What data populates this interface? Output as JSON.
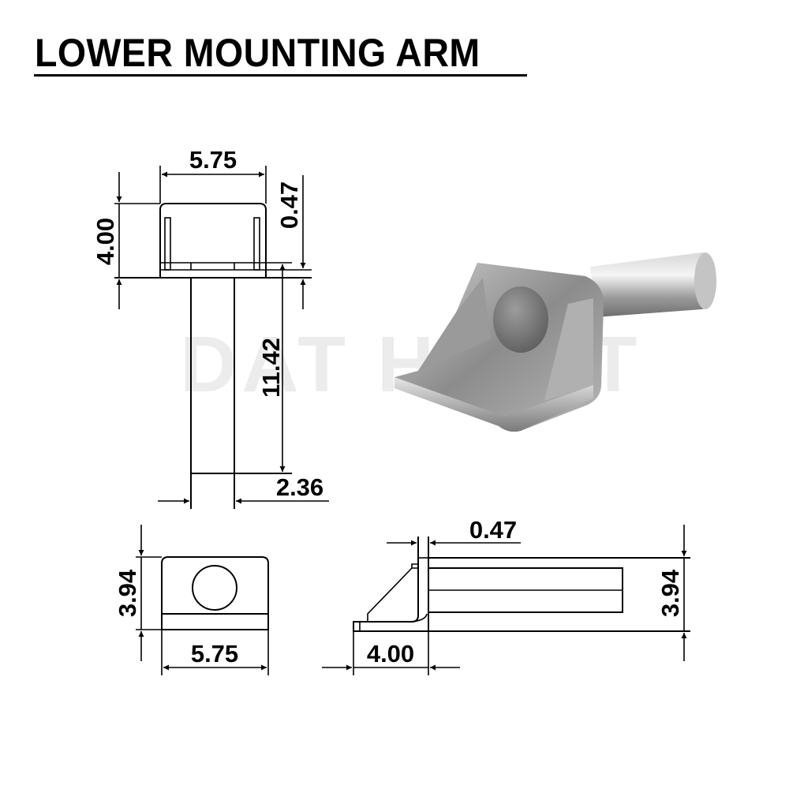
{
  "title": "LOWER MOUNTING ARM",
  "watermark": "DAT HOIST",
  "top_view": {
    "width_label": "5.75",
    "height_label": "4.00",
    "thickness_label": "0.47",
    "shaft_length_label": "11.42",
    "shaft_diameter_label": "2.36"
  },
  "front_view": {
    "height_label": "3.94",
    "width_label": "5.75"
  },
  "side_view": {
    "thickness_label": "0.47",
    "base_label": "4.00",
    "height_label": "3.94"
  },
  "colors": {
    "line": "#000000",
    "render_metal": "#a9a9a9"
  }
}
